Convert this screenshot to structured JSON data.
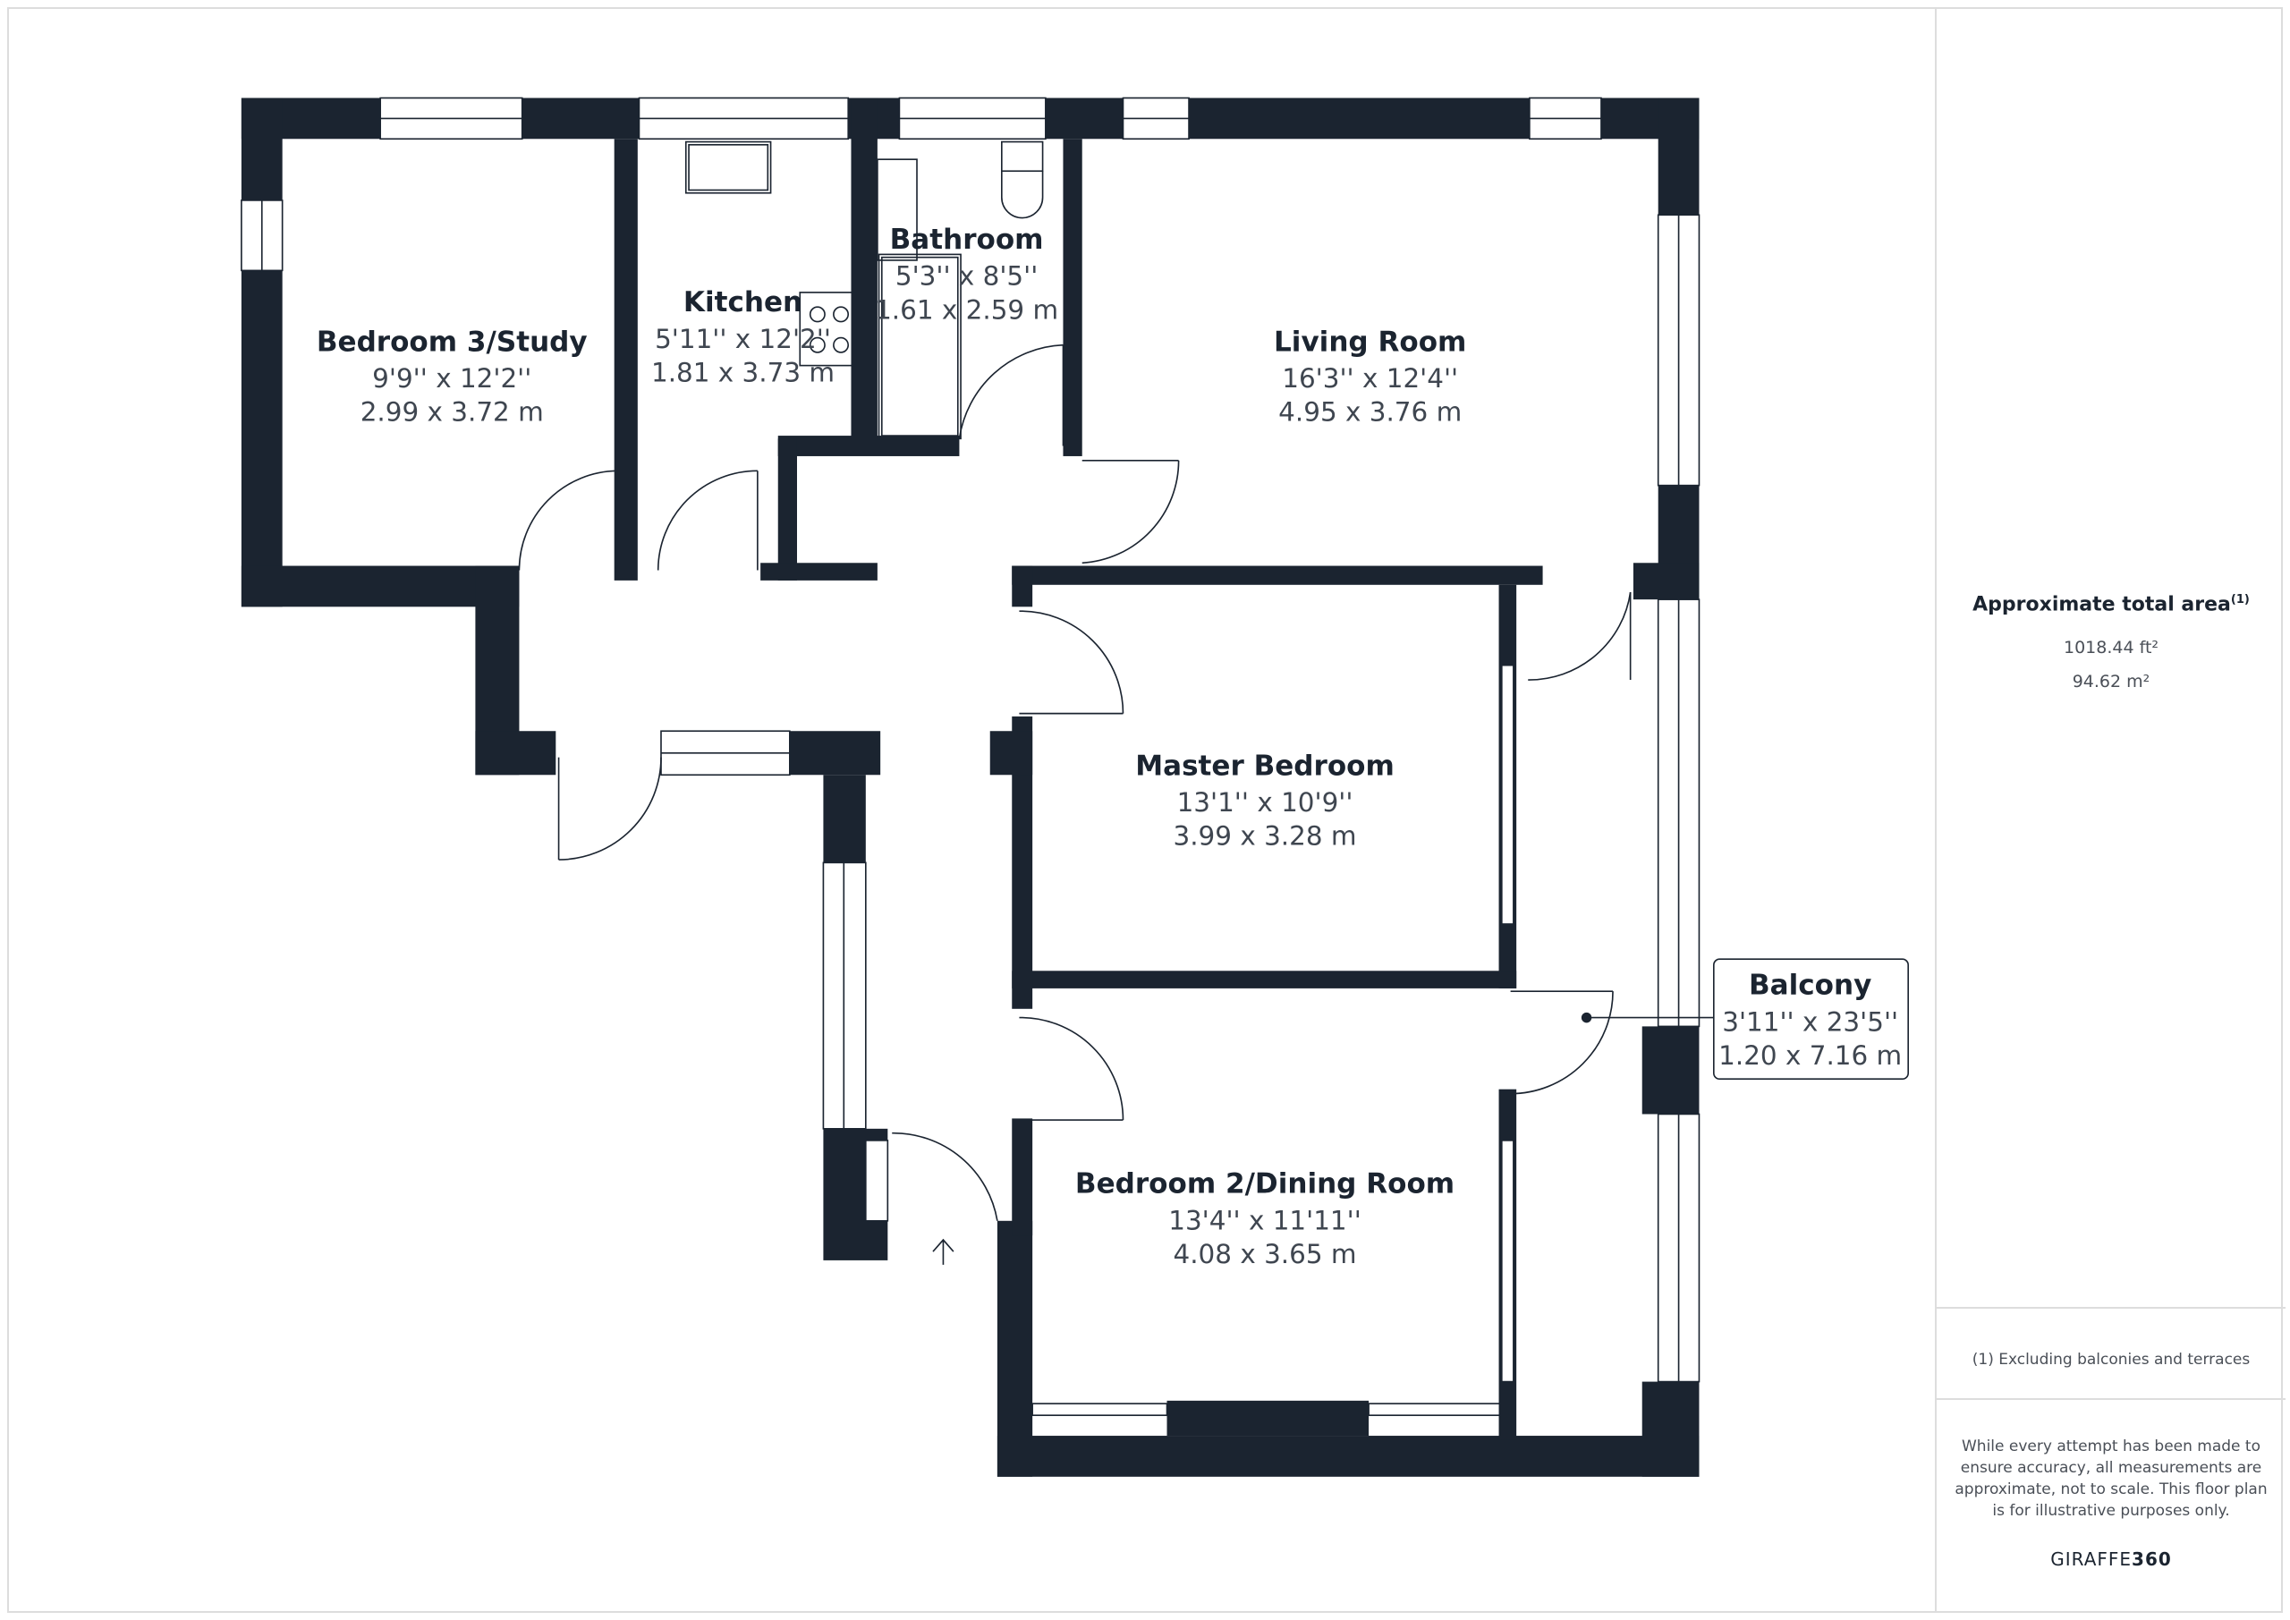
{
  "rooms": [
    {
      "name": "Bedroom 3/Study",
      "imperial": "9'9'' x 12'2''",
      "metric": "2.99 x 3.72 m"
    },
    {
      "name": "Kitchen",
      "imperial": "5'11'' x 12'2''",
      "metric": "1.81 x 3.73 m"
    },
    {
      "name": "Bathroom",
      "imperial": "5'3'' x 8'5''",
      "metric": "1.61 x 2.59 m"
    },
    {
      "name": "Living Room",
      "imperial": "16'3'' x 12'4''",
      "metric": "4.95 x 3.76 m"
    },
    {
      "name": "Master Bedroom",
      "imperial": "13'1'' x 10'9''",
      "metric": "3.99 x 3.28 m"
    },
    {
      "name": "Bedroom 2/Dining Room",
      "imperial": "13'4'' x 11'11''",
      "metric": "4.08 x 3.65 m"
    },
    {
      "name": "Balcony",
      "imperial": "3'11'' x 23'5''",
      "metric": "1.20 x 7.16 m"
    }
  ],
  "summary": {
    "title": "Approximate total area",
    "footnote_mark": "(1)",
    "area_ft": "1018.44 ft²",
    "area_m": "94.62 m²",
    "footnote": "(1) Excluding balconies and terraces",
    "disclaimer": "While every attempt has been made to ensure accuracy, all measurements are approximate, not to scale. This floor plan is for illustrative purposes only.",
    "brand_a": "GIRAFFE",
    "brand_b": "360"
  },
  "colors": {
    "wall": "#1b2430",
    "text": "#1b2430",
    "muted": "#4a4f57"
  }
}
